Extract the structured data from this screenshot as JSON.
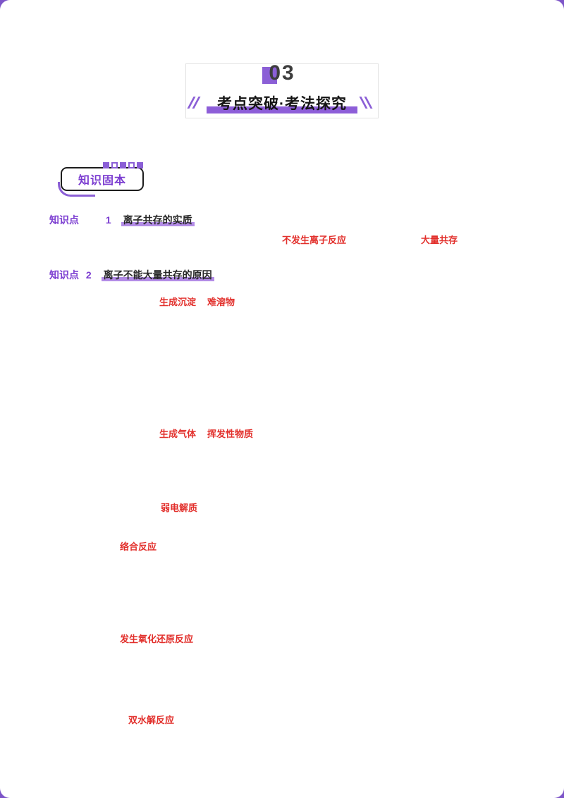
{
  "header": {
    "number": "03",
    "title": "考点突破·考法探究"
  },
  "knowledge_badge": {
    "label": "知识固本"
  },
  "knowledge_points": [
    {
      "label": "知识点",
      "number": "1",
      "title": "离子共存的实质"
    },
    {
      "label": "知识点",
      "number": "2",
      "title": "离子不能大量共存的原因"
    }
  ],
  "red_answers": {
    "essence_blank_1": "不发生离子反应",
    "essence_blank_2": "大量共存",
    "reason_precipitate": "生成沉淀",
    "reason_precipitate_note": "难溶物",
    "reason_gas": "生成气体",
    "reason_gas_note": "挥发性物质",
    "reason_weak_electrolyte": "弱电解质",
    "reason_complex": "络合反应",
    "reason_redox": "发生氧化还原反应",
    "reason_hydrolysis": "双水解反应"
  },
  "colors": {
    "accent": "#8b5fd6",
    "red": "#e2302c"
  }
}
